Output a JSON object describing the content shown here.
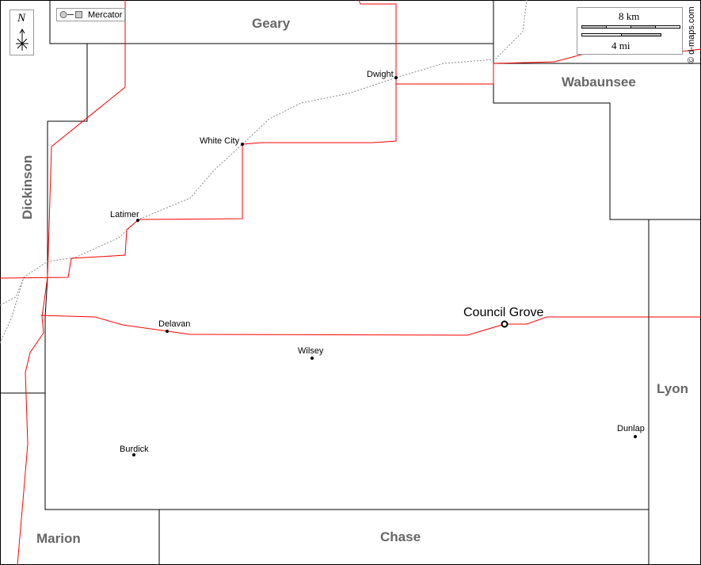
{
  "projection_label": "Mercator",
  "compass": {
    "north_label": "N"
  },
  "scale": {
    "km_label": "8 km",
    "mi_label": "4 mi"
  },
  "copyright": "© d-maps.com",
  "counties": [
    {
      "name": "Geary"
    },
    {
      "name": "Wabaunsee"
    },
    {
      "name": "Dickinson"
    },
    {
      "name": "Lyon"
    },
    {
      "name": "Marion"
    },
    {
      "name": "Chase"
    }
  ],
  "cities": [
    {
      "name": "Dwight"
    },
    {
      "name": "White City"
    },
    {
      "name": "Latimer"
    },
    {
      "name": "Delavan"
    },
    {
      "name": "Wilsey"
    },
    {
      "name": "Council Grove"
    },
    {
      "name": "Burdick"
    },
    {
      "name": "Dunlap"
    }
  ],
  "colors": {
    "border": "#000000",
    "road": "#ff0000",
    "rail": "#777777",
    "county_label": "#666666"
  }
}
